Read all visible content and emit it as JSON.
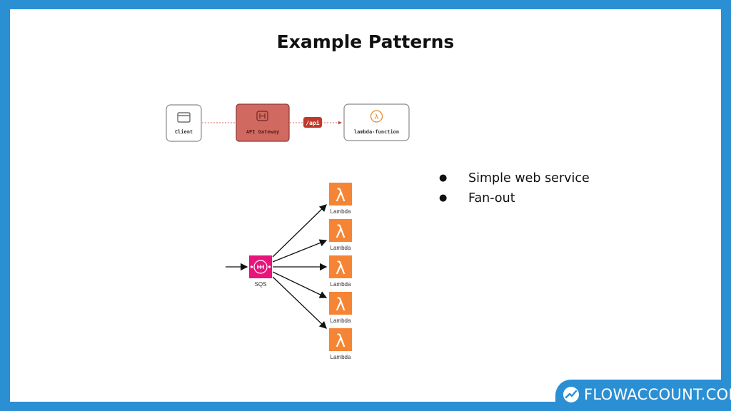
{
  "slide": {
    "title": "Example Patterns"
  },
  "top_diagram": {
    "client_label": "Client",
    "gateway_label": "API Gateway",
    "route_label": "/api",
    "function_label": "lambda-function"
  },
  "fanout_diagram": {
    "queue_label": "SQS",
    "lambda_labels": [
      "Lambda",
      "Lambda",
      "Lambda",
      "Lambda",
      "Lambda"
    ]
  },
  "bullets": [
    "Simple web service",
    "Fan-out"
  ],
  "brand": {
    "logo_text": "FLOWACCOUNT.COM"
  },
  "colors": {
    "frame": "#2b8fd4",
    "gateway": "#d0695f",
    "sqs": "#e7157b",
    "lambda": "#f58534"
  }
}
